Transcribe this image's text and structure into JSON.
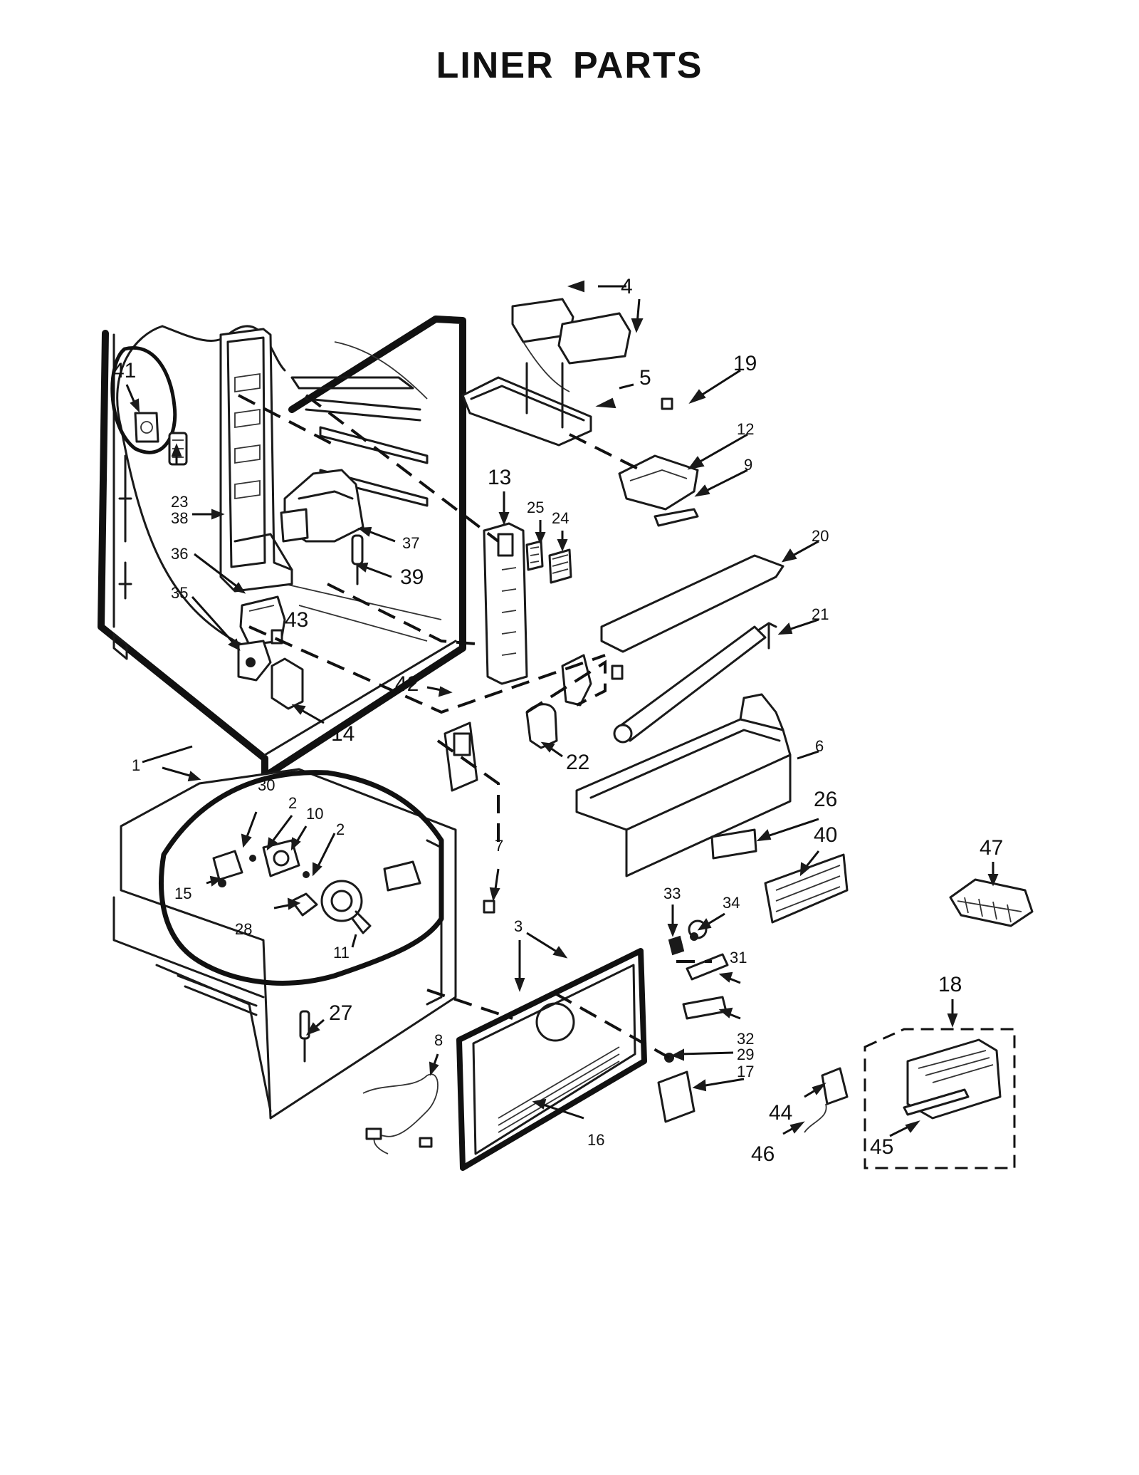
{
  "title": "LINER PARTS",
  "colors": {
    "ink": "#111111",
    "background": "#ffffff"
  },
  "callouts": {
    "c1": "1",
    "c2a": "2",
    "c2b": "2",
    "c3": "3",
    "c4": "4",
    "c5": "5",
    "c6": "6",
    "c7": "7",
    "c8": "8",
    "c9": "9",
    "c10": "10",
    "c11": "11",
    "c12": "12",
    "c13": "13",
    "c14": "14",
    "c15": "15",
    "c16": "16",
    "c17": "17",
    "c18": "18",
    "c19": "19",
    "c20": "20",
    "c21": "21",
    "c22": "22",
    "c23": "23",
    "c24": "24",
    "c25": "25",
    "c26": "26",
    "c27": "27",
    "c28": "28",
    "c29": "29",
    "c30": "30",
    "c31": "31",
    "c32": "32",
    "c33": "33",
    "c34": "34",
    "c35": "35",
    "c36": "36",
    "c37": "37",
    "c38": "38",
    "c39": "39",
    "c40": "40",
    "c41": "41",
    "c42": "42",
    "c43": "43",
    "c44": "44",
    "c45": "45",
    "c46": "46",
    "c47": "47"
  }
}
